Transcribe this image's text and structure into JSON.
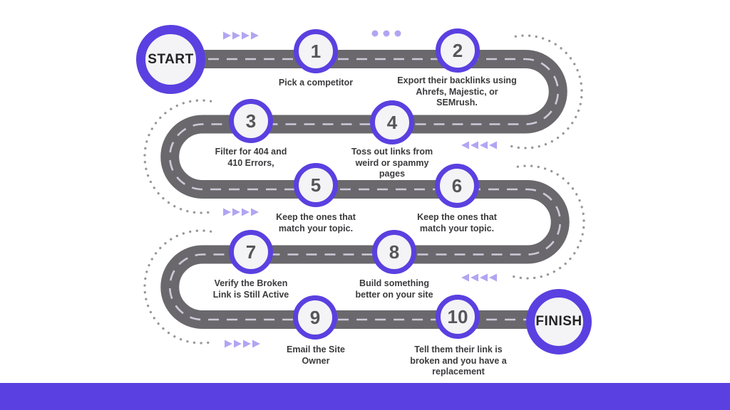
{
  "start": {
    "label": "START"
  },
  "finish": {
    "label": "FINISH"
  },
  "steps": [
    {
      "num": "1",
      "label": "Pick a competitor"
    },
    {
      "num": "2",
      "label": "Export their backlinks using\nAhrefs, Majestic, or\nSEMrush."
    },
    {
      "num": "3",
      "label": "Filter for 404 and\n410 Errors,"
    },
    {
      "num": "4",
      "label": "Toss out links from\nweird or spammy\npages"
    },
    {
      "num": "5",
      "label": "Keep the ones that\nmatch your topic."
    },
    {
      "num": "6",
      "label": "Keep the ones that\nmatch your topic."
    },
    {
      "num": "7",
      "label": "Verify the Broken\nLink is Still Active"
    },
    {
      "num": "8",
      "label": "Build something\nbetter on your site"
    },
    {
      "num": "9",
      "label": "Email the Site\nOwner"
    },
    {
      "num": "10",
      "label": "Tell them their link is\nbroken and you have a\nreplacement"
    }
  ],
  "icons": {
    "arrow_right_icon": "▶",
    "arrow_left_icon": "◀",
    "dot_icon": "●"
  },
  "colors": {
    "brand_purple": "#5a40e0",
    "light_purple": "#b2a5f2",
    "road_gray": "#6a686c",
    "dash_gray": "#cdc9d8",
    "dot_gray": "#98959b",
    "circle_fill": "#f4f3f5",
    "text_dark": "#3b3b3e",
    "number_gray": "#55555a"
  }
}
